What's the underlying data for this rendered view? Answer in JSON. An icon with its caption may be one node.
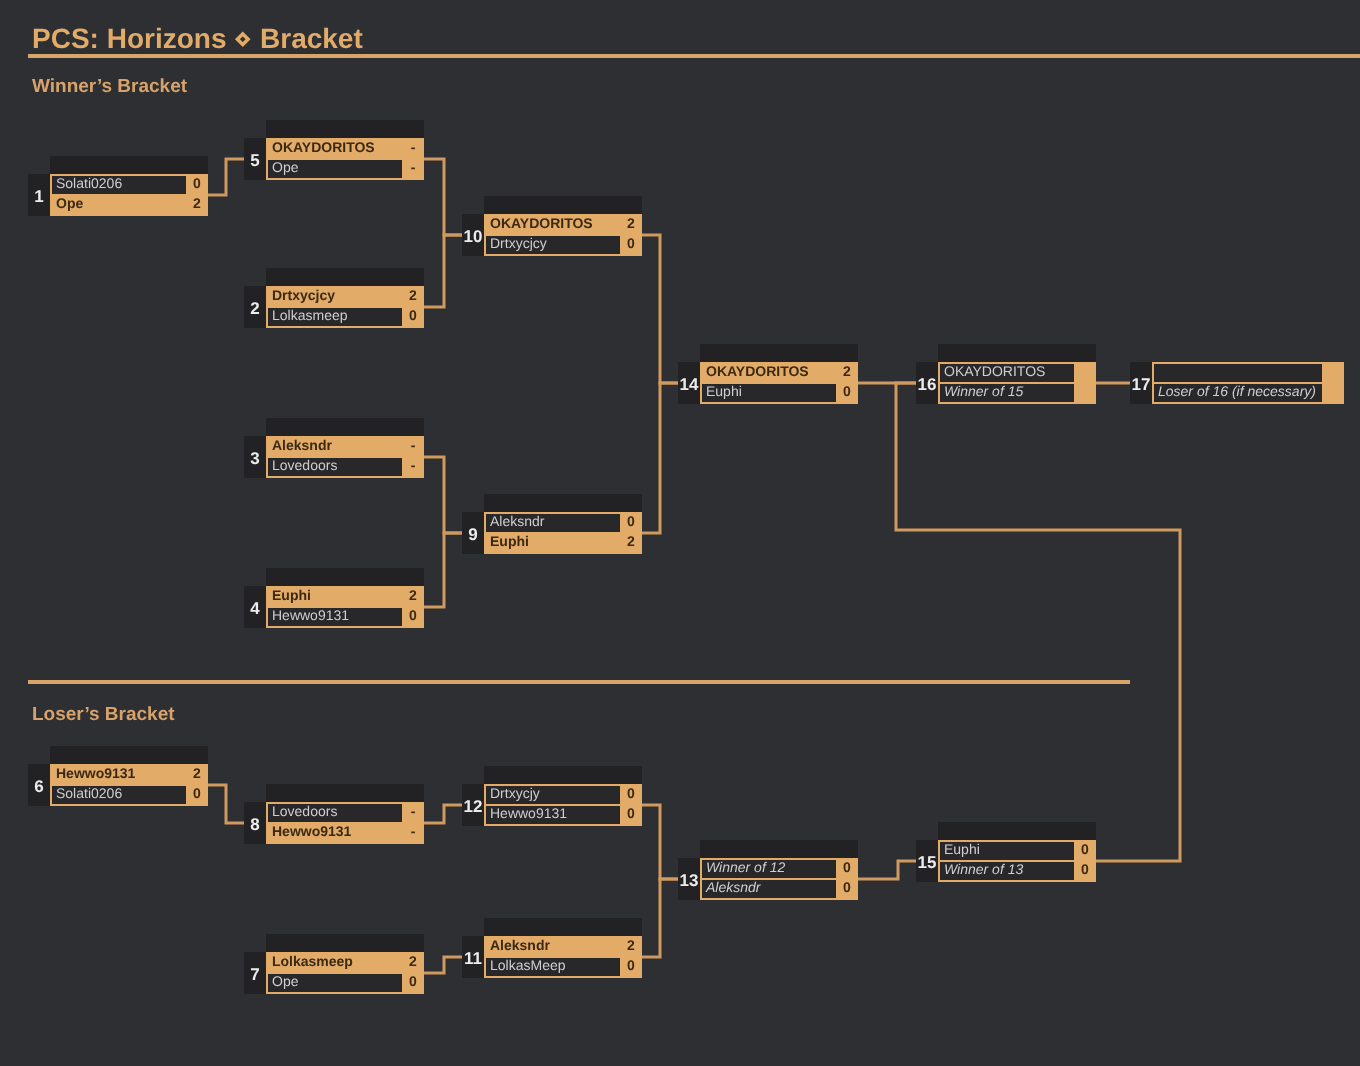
{
  "diagram": {
    "title": "PCS: Horizons ⋄ Bracket",
    "nodes": [
      {
        "text": [
          "1",
          "Solati0206",
          "0",
          "Ope",
          "2"
        ]
      },
      {
        "text": [
          "5",
          "OKAYDORITOS",
          "-",
          "Ope",
          "-"
        ]
      },
      {
        "text": [
          "2",
          "Drtxycjcy",
          "2",
          "Lolkasmeep",
          "0"
        ]
      },
      {
        "text": [
          "3",
          "Aleksndr",
          "-",
          "Lovedoors",
          "-"
        ]
      },
      {
        "text": [
          "4",
          "Euphi",
          "2",
          "Hewwo9131",
          "0"
        ]
      },
      {
        "text": [
          "10",
          "OKAYDORITOS",
          "2",
          "Drtxycjcy",
          "0"
        ]
      },
      {
        "text": [
          "9",
          "Aleksndr",
          "0",
          "Euphi",
          "2"
        ]
      },
      {
        "text": [
          "14",
          "OKAYDORITOS",
          "2",
          "Euphi",
          "0"
        ]
      },
      {
        "text": [
          "16",
          "OKAYDORITOS",
          "Winner of 15"
        ]
      },
      {
        "text": [
          "17",
          "Loser of 16 (if necessary)"
        ]
      },
      {
        "text": [
          "6",
          "Hewwo9131",
          "2",
          "Solati0206",
          "0"
        ]
      },
      {
        "text": [
          "8",
          "Lovedoors",
          "-",
          "Hewwo9131",
          "-"
        ]
      },
      {
        "text": [
          "7",
          "Lolkasmeep",
          "2",
          "Ope",
          "0"
        ]
      },
      {
        "text": [
          "12",
          "Drtxycjy",
          "0",
          "Hewwo9131",
          "0"
        ]
      },
      {
        "text": [
          "11",
          "Aleksndr",
          "2",
          "LolkasMeep",
          "0"
        ]
      },
      {
        "text": [
          "13",
          "Winner of 12",
          "0",
          "Aleksndr",
          "0"
        ]
      },
      {
        "text": [
          "15",
          "Euphi",
          "0",
          "Winner of 13",
          "0"
        ]
      }
    ],
    "edges": [
      {
        "from": 0,
        "to": 1,
        "arrow": "none"
      },
      {
        "from": 1,
        "to": 5,
        "arrow": "none"
      },
      {
        "from": 2,
        "to": 5,
        "arrow": "none"
      },
      {
        "from": 3,
        "to": 6,
        "arrow": "none"
      },
      {
        "from": 4,
        "to": 6,
        "arrow": "none"
      },
      {
        "from": 5,
        "to": 7,
        "arrow": "none"
      },
      {
        "from": 6,
        "to": 7,
        "arrow": "none"
      },
      {
        "from": 7,
        "to": 8,
        "arrow": "none"
      },
      {
        "from": 8,
        "to": 9,
        "arrow": "none"
      },
      {
        "from": 10,
        "to": 11,
        "arrow": "none"
      },
      {
        "from": 11,
        "to": 13,
        "arrow": "none"
      },
      {
        "from": 12,
        "to": 14,
        "arrow": "none"
      },
      {
        "from": 13,
        "to": 15,
        "arrow": "none"
      },
      {
        "from": 14,
        "to": 15,
        "arrow": "none"
      },
      {
        "from": 15,
        "to": 16,
        "arrow": "none"
      },
      {
        "from": 16,
        "to": 8,
        "arrow": "none"
      }
    ],
    "labels": [
      "Winner’s Bracket",
      "Loser’s Bracket"
    ]
  }
}
